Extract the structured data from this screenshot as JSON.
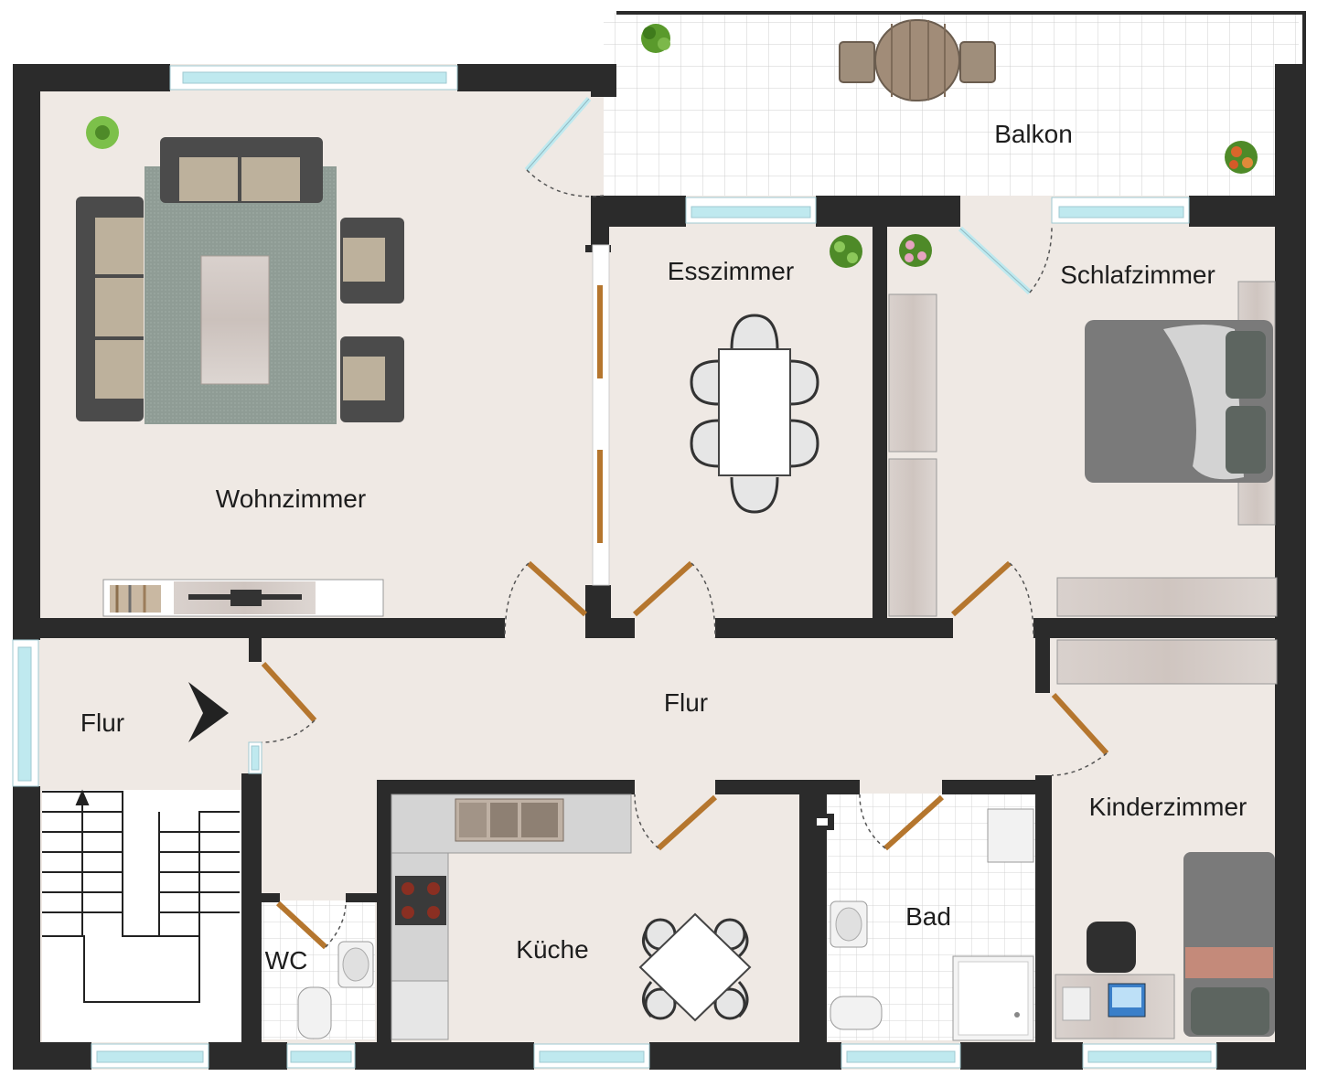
{
  "floorplan": {
    "rooms": {
      "wohnzimmer": "Wohnzimmer",
      "esszimmer": "Esszimmer",
      "schlafzimmer": "Schlafzimmer",
      "balkon": "Balkon",
      "flur_left": "Flur",
      "flur_main": "Flur",
      "kueche": "Küche",
      "bad": "Bad",
      "wc": "WC",
      "kinderzimmer": "Kinderzimmer"
    },
    "colors": {
      "wall": "#2b2b2b",
      "floor": "#efe9e4",
      "tile": "#ffffff",
      "tile_grid": "#cfcfcf",
      "window": "#bfe9ef",
      "door": "#b5762e",
      "sofa_cushion": "#bdb19c",
      "sofa_frame": "#4b4b4b",
      "rug": "#8f9c95",
      "wood_furniture": "#d6cfcb",
      "plant": "#5a9a2c"
    },
    "icons": [
      "entrance-arrow-icon",
      "plant-icon",
      "sink-icon",
      "stove-icon",
      "toilet-icon",
      "shower-icon",
      "bed-icon",
      "dining-table-icon",
      "sofa-icon",
      "laptop-icon",
      "office-chair-icon",
      "staircase-icon"
    ]
  }
}
